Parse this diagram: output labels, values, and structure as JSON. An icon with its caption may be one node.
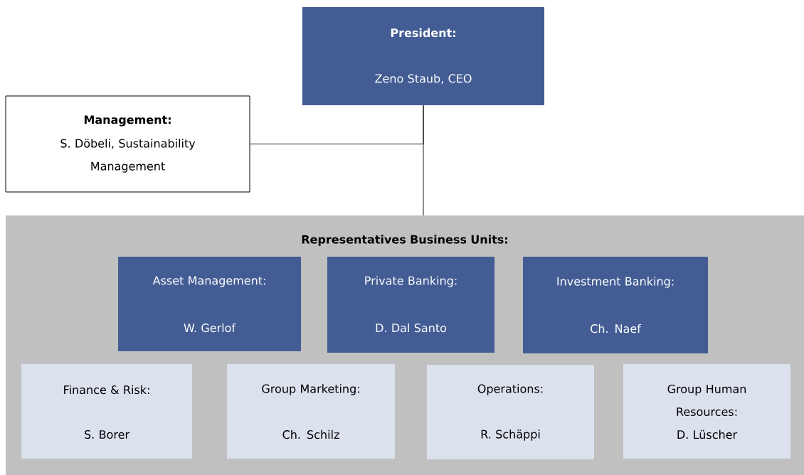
{
  "diagram": {
    "nodes": [
      {
        "text": [
          "President:",
          "Zeno Staub, CEO"
        ]
      },
      {
        "text": [
          "Management:",
          "S. Döbeli, Sustainability Management"
        ]
      },
      {
        "text": [
          "Representatives Business Units:"
        ]
      },
      {
        "text": [
          "Asset Management:",
          "W. Gerlof"
        ],
        "in": 2
      },
      {
        "text": [
          "Private Banking:",
          "D. Dal Santo"
        ],
        "in": 2
      },
      {
        "text": [
          "Investment Banking:",
          "Ch. Naef"
        ],
        "in": 2
      },
      {
        "text": [
          "Finance & Risk:",
          "S. Borer"
        ],
        "in": 2
      },
      {
        "text": [
          "Group Marketing:",
          "Ch. Schilz"
        ],
        "in": 2
      },
      {
        "text": [
          "Operations:",
          "R. Schäppi"
        ],
        "in": 2
      },
      {
        "text": [
          "Group Human Resources:",
          "D. Lüscher"
        ],
        "in": 2
      }
    ],
    "edges": [
      {
        "from": 0,
        "to": 2,
        "arrow": "none"
      },
      {
        "from": 1,
        "to": 0,
        "arrow": "none"
      }
    ]
  }
}
